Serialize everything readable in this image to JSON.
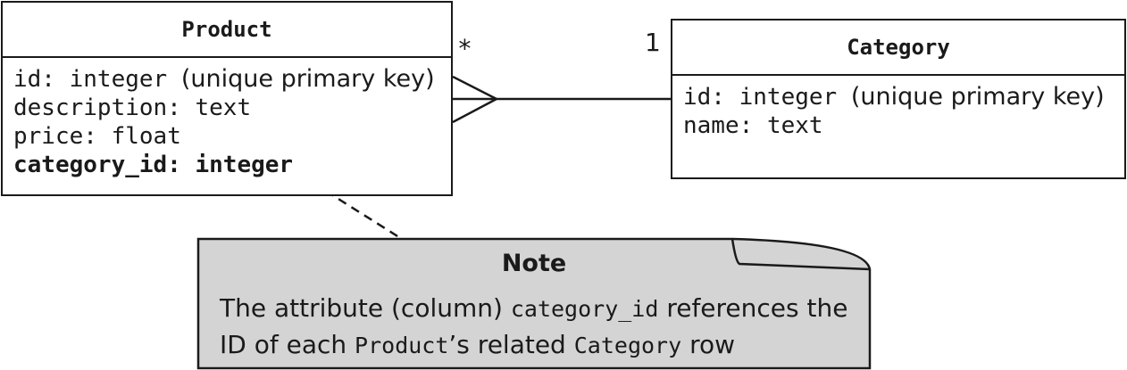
{
  "product": {
    "title": "Product",
    "attributes": [
      {
        "name": "id:",
        "type": "integer",
        "desc": "(unique primary key)"
      },
      {
        "name": "description:",
        "type": "text"
      },
      {
        "name": "price:",
        "type": "float"
      },
      {
        "name": "category_id:",
        "type": "integer"
      }
    ]
  },
  "category": {
    "title": "Category",
    "attributes": [
      {
        "name": "id:",
        "type": "integer",
        "desc": "(unique primary key)"
      },
      {
        "name": "name:",
        "type": "text"
      }
    ]
  },
  "relationship": {
    "product_multiplicity": "*",
    "category_multiplicity": "1"
  },
  "note": {
    "title": "Note",
    "line1_part1": "The attribute (column)",
    "line1_code": "category_id",
    "line1_part2": "references the",
    "line2_part1": "ID of each",
    "line2_code1": "Product",
    "line2_part2": "’s related",
    "line2_code2": "Category",
    "line2_part3": "row"
  },
  "colors": {
    "line": "#1a1a1a",
    "note_fill": "#d4d4d4"
  }
}
